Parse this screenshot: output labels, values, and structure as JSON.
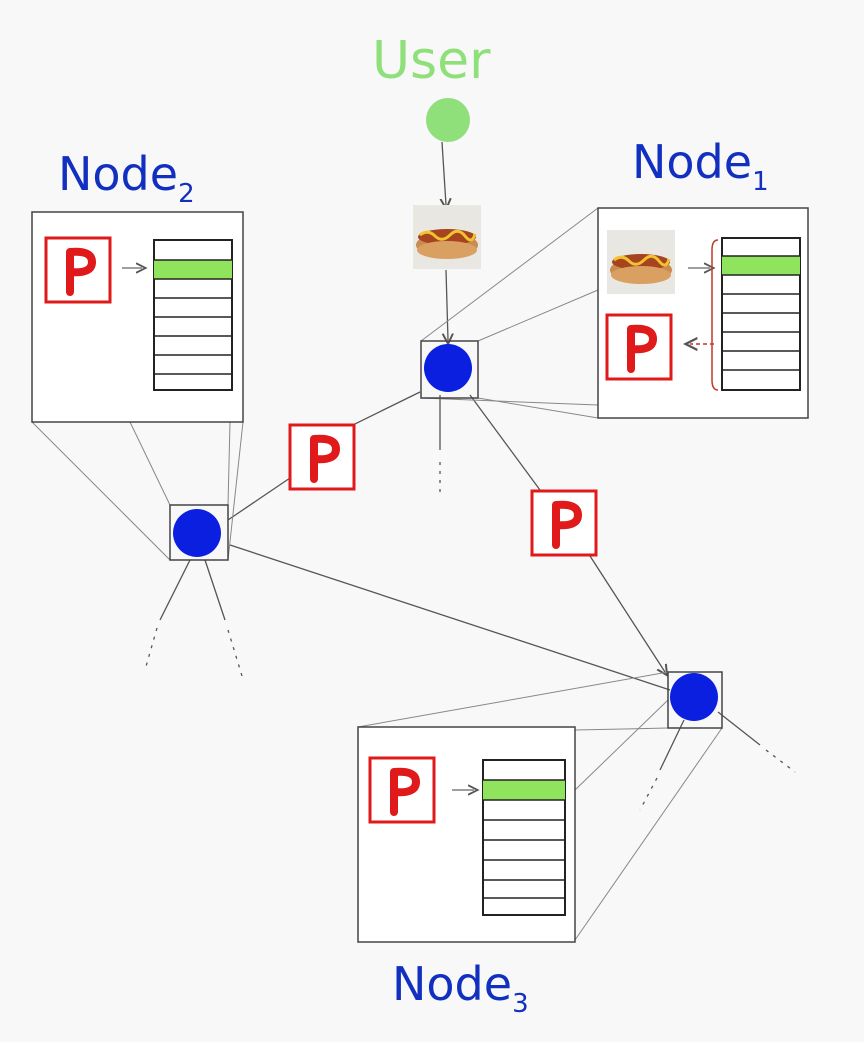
{
  "title_user": "User",
  "nodes": [
    {
      "name": "Node",
      "sub": "1"
    },
    {
      "name": "Node",
      "sub": "2"
    },
    {
      "name": "Node",
      "sub": "3"
    }
  ],
  "packet_letter": "P",
  "colors": {
    "user": "#8fe07a",
    "node": "#0a1fe0",
    "label": "#1230c0",
    "packet": "#e01a1a",
    "highlight": "#90e35c",
    "line": "#555555"
  },
  "icons": [
    "hotdog-image",
    "packet-icon",
    "routing-table"
  ]
}
